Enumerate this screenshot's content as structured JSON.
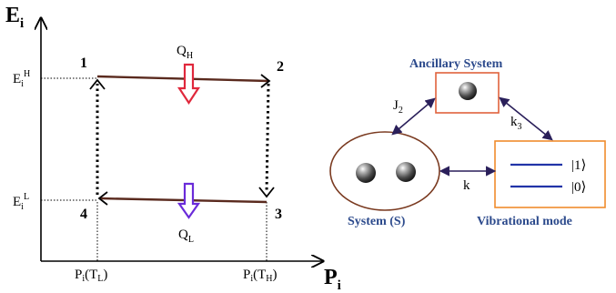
{
  "cycle_diagram": {
    "y_axis": {
      "main": "E",
      "sub": "i"
    },
    "x_axis": {
      "main": "P",
      "sub": "i"
    },
    "level_high": {
      "main": "E",
      "sub": "i",
      "sup": "H"
    },
    "level_low": {
      "main": "E",
      "sub": "i",
      "sup": "L"
    },
    "tick_left": {
      "main": "P",
      "sub": "i",
      "arg": "(T",
      "arg_sub": "L",
      "close": ")"
    },
    "tick_right": {
      "main": "P",
      "sub": "i",
      "arg": "(T",
      "arg_sub": "H",
      "close": ")"
    },
    "corners": [
      "1",
      "2",
      "3",
      "4"
    ],
    "heat_in": {
      "main": "Q",
      "sub": "H",
      "color": "#e0283c"
    },
    "heat_out": {
      "main": "Q",
      "sub": "L",
      "color": "#6a2bd9"
    },
    "stroke_color": "#5a2a1e"
  },
  "system_diagram": {
    "ancillary_label": "Ancillary System",
    "system_label": "System (S)",
    "mode_label": "Vibrational mode",
    "label_color": "#2c4a8c",
    "box_border_orange": "#f08c2c",
    "box_border_red": "#e0623c",
    "ellipse_border": "#7a3a20",
    "couplings": {
      "j2": {
        "main": "J",
        "sub": "2"
      },
      "k3": {
        "main": "k",
        "sub": "3"
      },
      "k": "k"
    },
    "levels": [
      {
        "ket": "|1⟩",
        "color": "#2234a8"
      },
      {
        "ket": "|0⟩",
        "color": "#2234a8"
      }
    ],
    "arrow_color": "#2a1f5a"
  }
}
